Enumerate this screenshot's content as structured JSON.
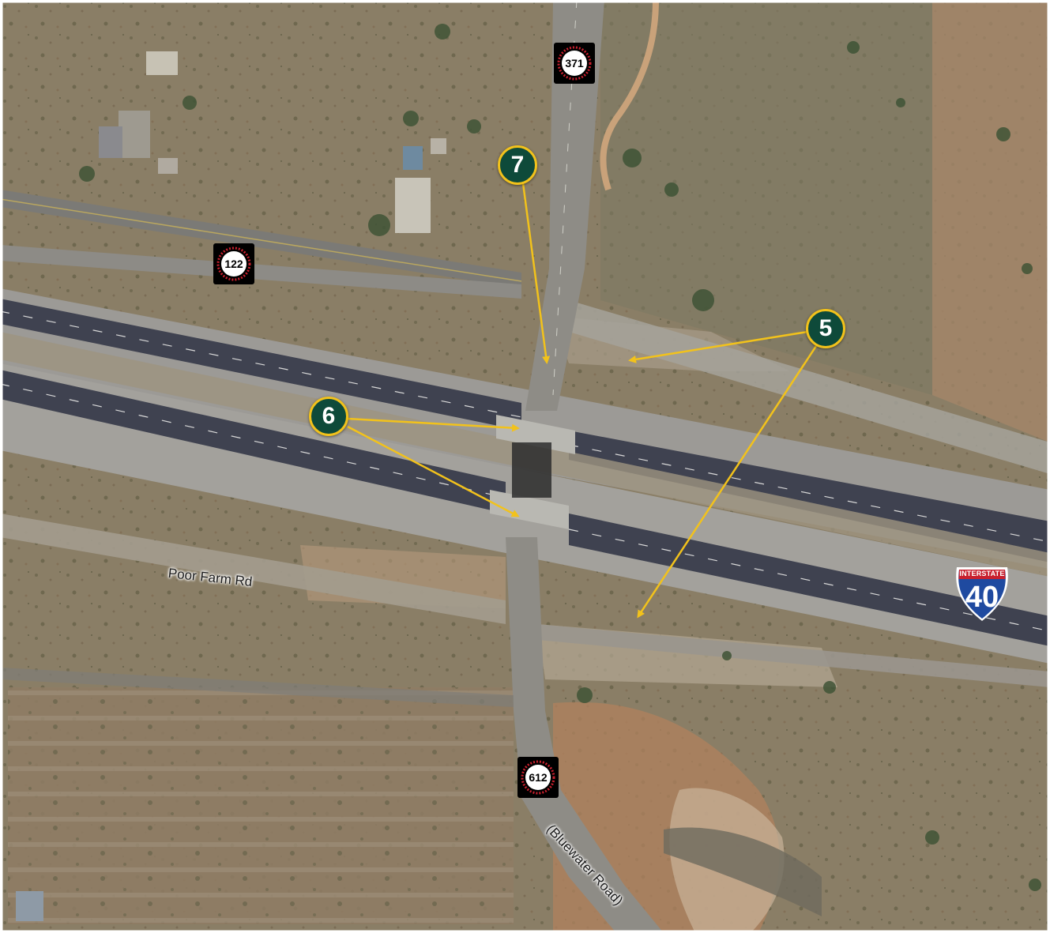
{
  "map": {
    "road_labels": {
      "poor_farm": "Poor Farm Rd",
      "bluewater": "(Bluewater Road)"
    },
    "shields": {
      "state": [
        {
          "number": "371"
        },
        {
          "number": "122"
        },
        {
          "number": "612"
        }
      ],
      "interstate": {
        "word": "INTERSTATE",
        "number": "40"
      }
    },
    "callouts": [
      "7",
      "5",
      "6"
    ],
    "colors": {
      "callout_fill": "#0e4a3a",
      "callout_ring": "#f2c21b",
      "arrow": "#f2c21b",
      "interstate_blue": "#1f4aa0",
      "interstate_red": "#c8202e",
      "state_sun": "#c8202e"
    }
  }
}
